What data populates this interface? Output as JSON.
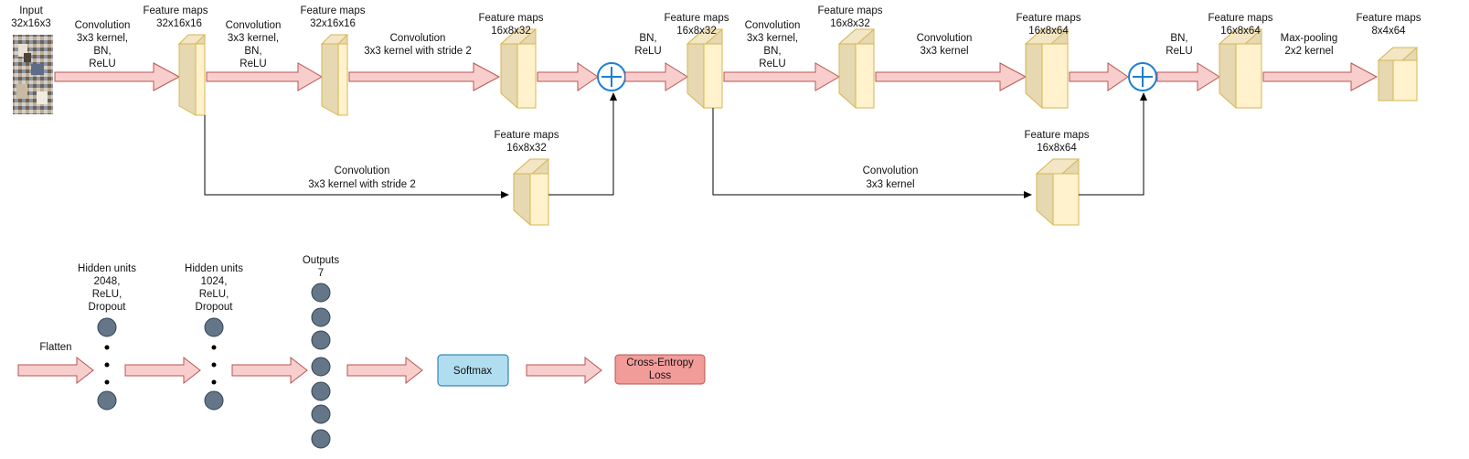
{
  "top_row": {
    "input": {
      "label_line1": "Input",
      "label_line2": "32x16x3"
    },
    "conv1": {
      "line1": "Convolution",
      "line2": "3x3 kernel,",
      "line3": "BN,",
      "line4": "ReLU"
    },
    "fm1": {
      "line1": "Feature maps",
      "line2": "32x16x16"
    },
    "conv2": {
      "line1": "Convolution",
      "line2": "3x3 kernel,",
      "line3": "BN,",
      "line4": "ReLU"
    },
    "fm2": {
      "line1": "Feature maps",
      "line2": "32x16x16"
    },
    "conv3": {
      "line1": "Convolution",
      "line2": "3x3 kernel with stride 2"
    },
    "fm3": {
      "line1": "Feature maps",
      "line2": "16x8x32"
    },
    "bnrelu1": {
      "line1": "BN,",
      "line2": "ReLU"
    },
    "fm4": {
      "line1": "Feature maps",
      "line2": "16x8x32"
    },
    "conv4": {
      "line1": "Convolution",
      "line2": "3x3 kernel,",
      "line3": "BN,",
      "line4": "ReLU"
    },
    "fm5": {
      "line1": "Feature maps",
      "line2": "16x8x32"
    },
    "conv5": {
      "line1": "Convolution",
      "line2": "3x3 kernel"
    },
    "fm6": {
      "line1": "Feature maps",
      "line2": "16x8x64"
    },
    "bnrelu2": {
      "line1": "BN,",
      "line2": "ReLU"
    },
    "fm7": {
      "line1": "Feature maps",
      "line2": "16x8x64"
    },
    "maxpool": {
      "line1": "Max-pooling",
      "line2": "2x2 kernel"
    },
    "fm8": {
      "line1": "Feature maps",
      "line2": "8x4x64"
    }
  },
  "skip_row": {
    "fm_skip1": {
      "line1": "Feature maps",
      "line2": "16x8x32"
    },
    "conv_skip1": {
      "line1": "Convolution",
      "line2": "3x3 kernel with stride 2"
    },
    "fm_skip2": {
      "line1": "Feature maps",
      "line2": "16x8x64"
    },
    "conv_skip2": {
      "line1": "Convolution",
      "line2": "3x3 kernel"
    }
  },
  "bottom_row": {
    "flatten": "Flatten",
    "hidden1": {
      "line1": "Hidden units",
      "line2": "2048,",
      "line3": "ReLU,",
      "line4": "Dropout"
    },
    "hidden2": {
      "line1": "Hidden units",
      "line2": "1024,",
      "line3": "ReLU,",
      "line4": "Dropout"
    },
    "outputs": {
      "line1": "Outputs",
      "line2": "7"
    },
    "softmax": "Softmax",
    "loss": {
      "line1": "Cross-Entropy",
      "line2": "Loss"
    }
  },
  "colors": {
    "arrow_fill": "#f8cecc",
    "arrow_stroke": "#b85450",
    "cube_front": "#fff2cc",
    "cube_side": "#e6d8b0",
    "cube_stroke": "#d6b656",
    "neuron": "#647687",
    "neuron_stroke": "#314354",
    "softmax_fill": "#b1ddf0",
    "softmax_stroke": "#10739e",
    "loss_fill": "#f19c99",
    "loss_stroke": "#b85450",
    "add_stroke": "#1e7fd1"
  }
}
